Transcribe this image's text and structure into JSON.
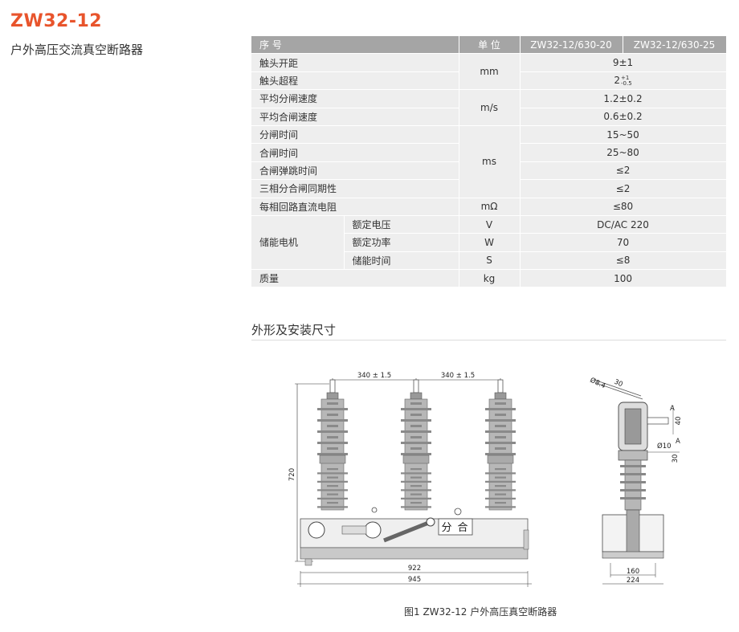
{
  "header": {
    "title": "ZW32-12",
    "subtitle": "户外高压交流真空断路器"
  },
  "table": {
    "headers": [
      "序 号",
      "单 位",
      "ZW32-12/630-20",
      "ZW32-12/630-25"
    ],
    "rows": {
      "r1": {
        "name": "触头开距",
        "value": "9±1"
      },
      "r2": {
        "name": "触头超程",
        "value": "2",
        "sup": "+1",
        "sub": "-0.5"
      },
      "r3": {
        "name": "平均分闸速度",
        "value": "1.2±0.2"
      },
      "r4": {
        "name": "平均合闸速度",
        "value": "0.6±0.2"
      },
      "r5": {
        "name": "分闸时间",
        "value": "15~50"
      },
      "r6": {
        "name": "合闸时间",
        "value": "25~80"
      },
      "r7": {
        "name": "合闸弹跳时间",
        "value": "≤2"
      },
      "r8": {
        "name": "三相分合闸同期性",
        "value": "≤2"
      },
      "r9": {
        "name": "每相回路直流电阻",
        "unit": "mΩ",
        "value": "≤80"
      },
      "r10": {
        "group": "储能电机",
        "name": "额定电压",
        "unit": "V",
        "value": "DC/AC 220"
      },
      "r11": {
        "name": "额定功率",
        "unit": "W",
        "value": "70"
      },
      "r12": {
        "name": "储能时间",
        "unit": "S",
        "value": "≤8"
      },
      "r13": {
        "name": "质量",
        "unit": "kg",
        "value": "100"
      }
    },
    "units": {
      "mm": "mm",
      "ms_speed": "m/s",
      "ms": "ms"
    }
  },
  "section": {
    "title": "外形及安装尺寸"
  },
  "drawing": {
    "dim_spacing_left": "340 ± 1.5",
    "dim_spacing_right": "340 ± 1.5",
    "dim_height": "720",
    "dim_922": "922",
    "dim_945": "945",
    "panel_open": "分",
    "panel_close": "合",
    "side_hole": "Ø8.4",
    "side_30_top": "30",
    "side_A_top": "A",
    "side_40": "40",
    "side_hole10": "Ø10",
    "side_A_mid": "A",
    "side_30_mid": "30",
    "side_160": "160",
    "side_224": "224"
  },
  "caption": "图1  ZW32-12 户外高压真空断路器"
}
